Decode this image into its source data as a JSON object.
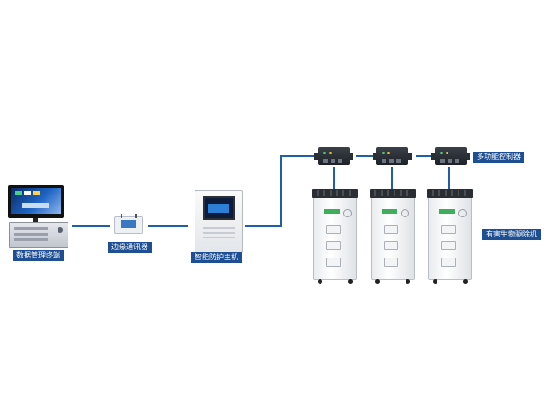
{
  "diagram": {
    "labels": {
      "terminal": "数据管理终端",
      "edge_communicator": "边缘通讯器",
      "host": "智能防护主机",
      "controller": "多功能控制器",
      "repeller": "有害生物驱除机"
    },
    "colors": {
      "wire": "#1f5ea8",
      "label_bg": "#1f4f93",
      "label_text": "#ffffff"
    },
    "controller_count": 3,
    "repeller_count": 3
  }
}
